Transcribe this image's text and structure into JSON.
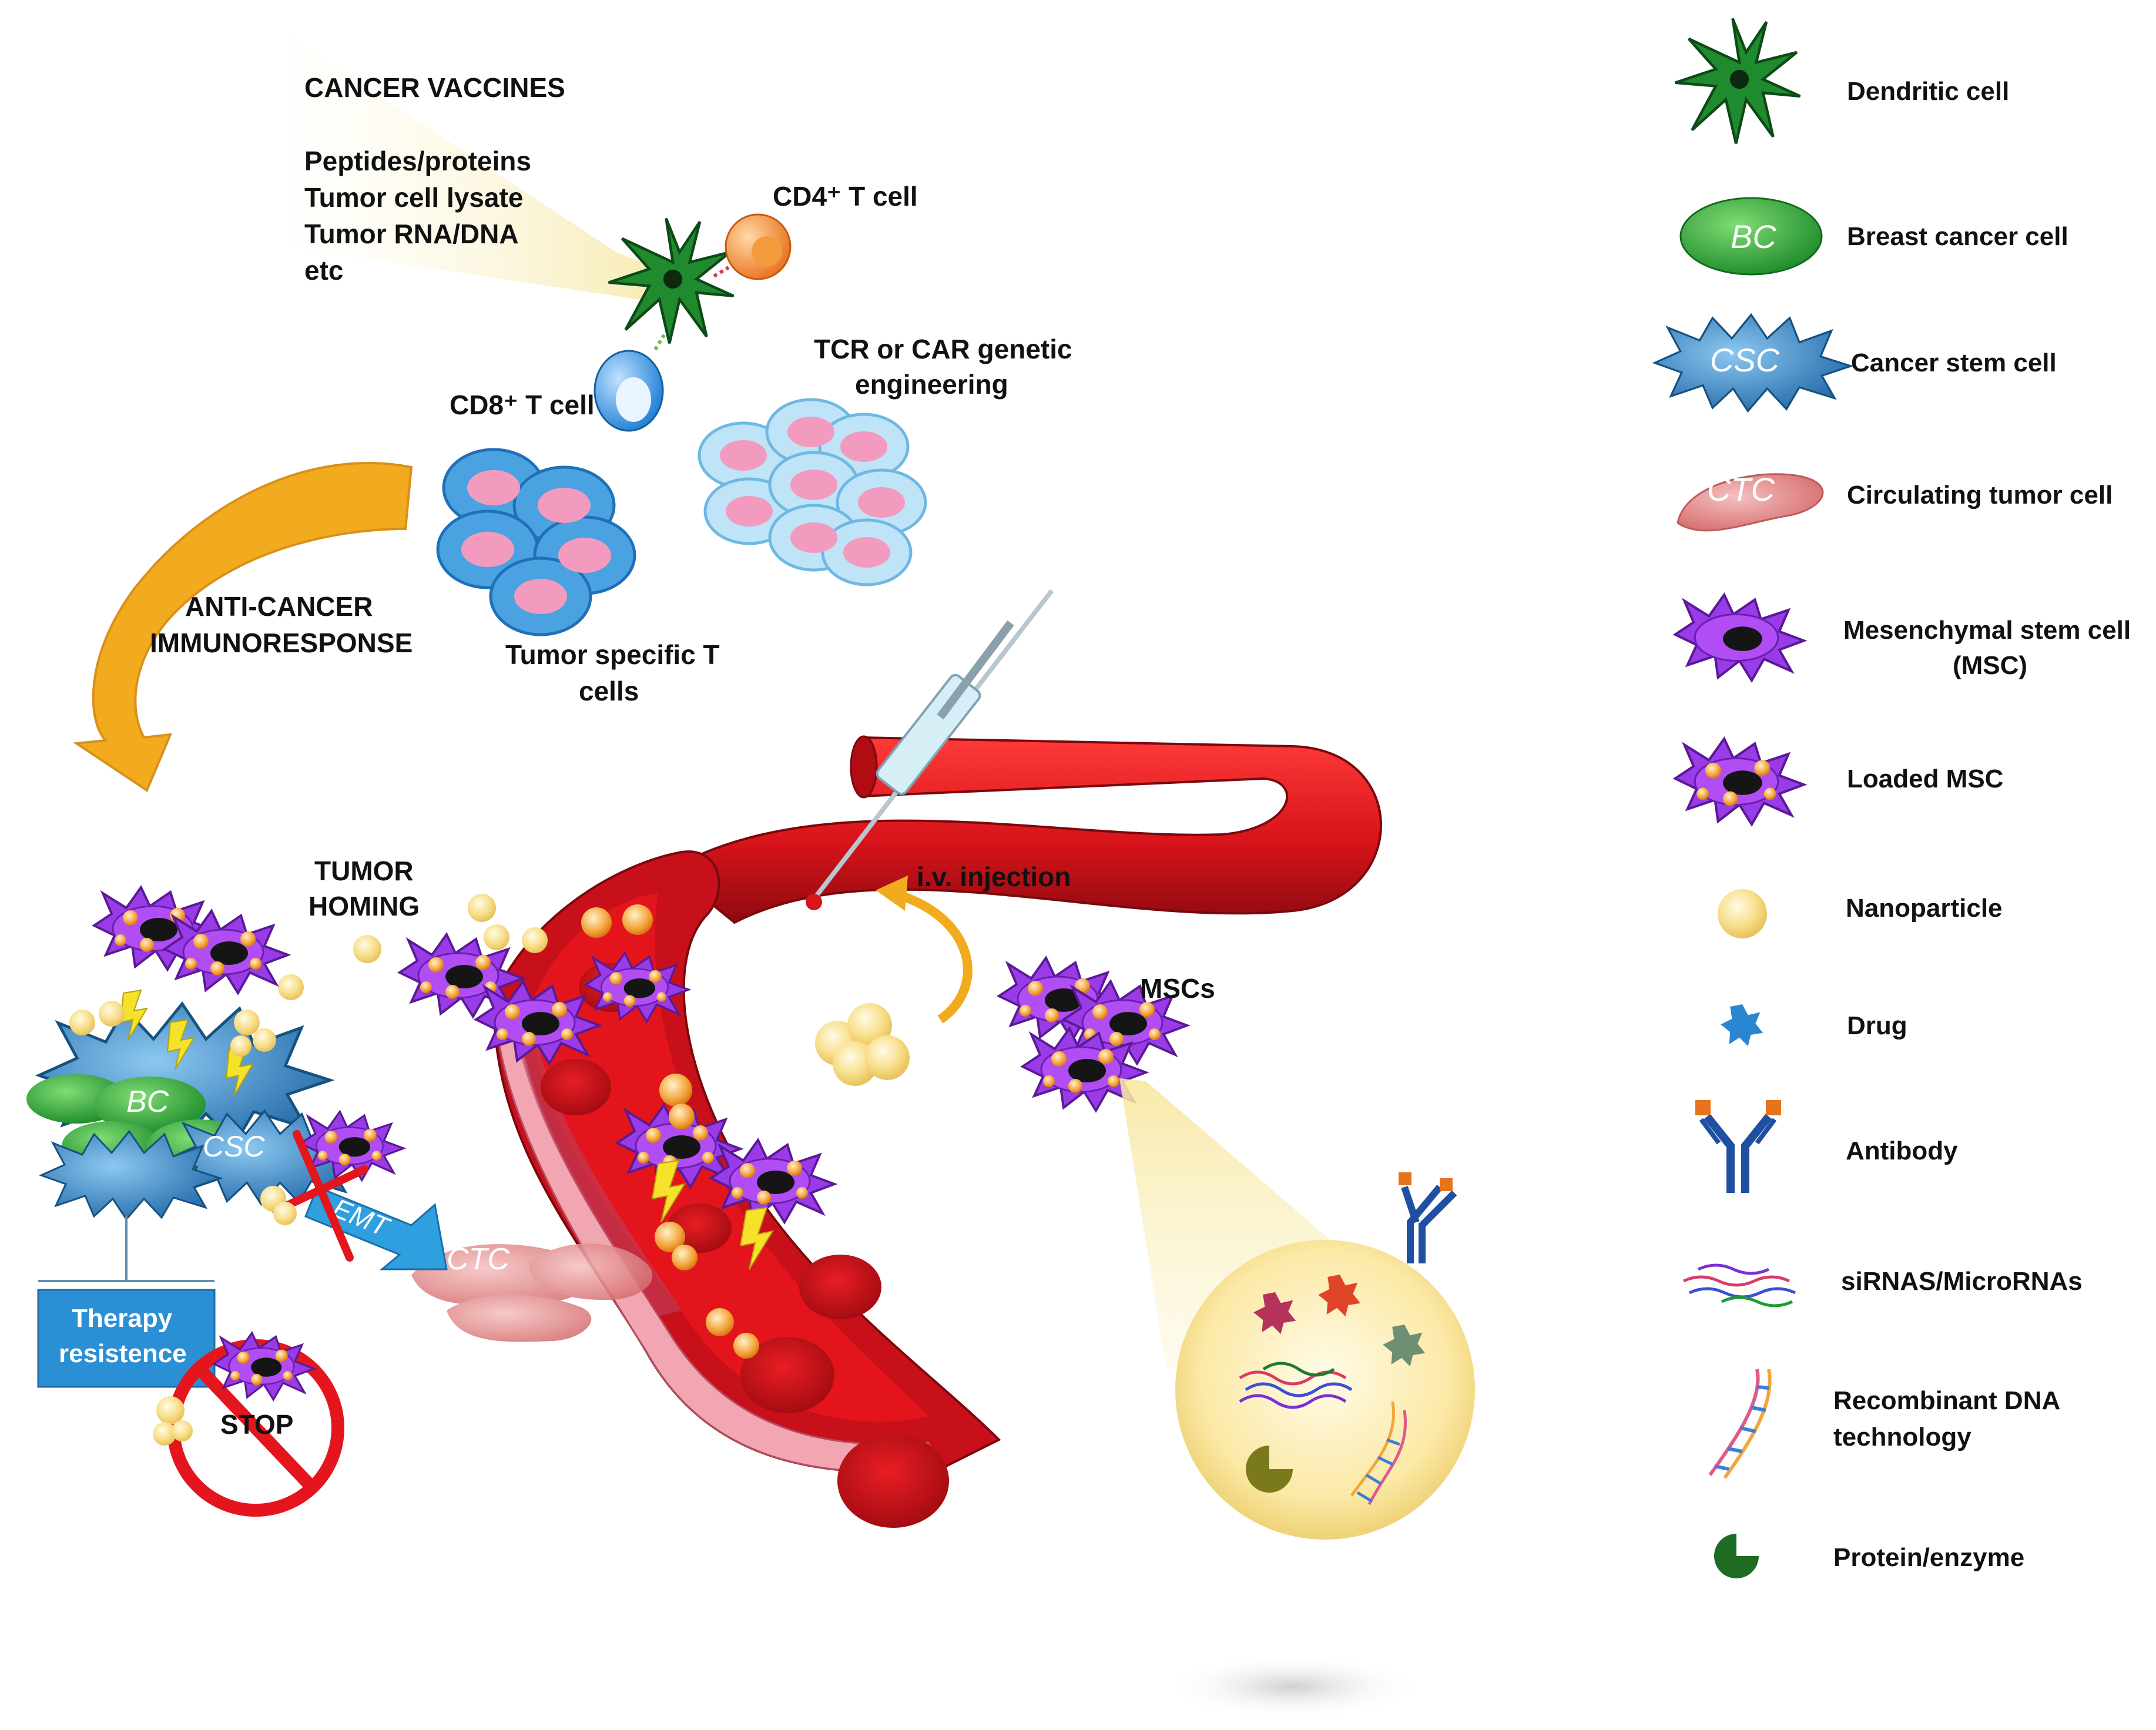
{
  "labels": {
    "cancer_vaccines": {
      "title": "CANCER VACCINES",
      "items": [
        "Peptides/proteins",
        "Tumor cell lysate",
        "Tumor RNA/DNA",
        "etc"
      ]
    },
    "cd4": "CD4⁺ T cell",
    "cd8": "CD8⁺ T cell",
    "tcr_car": [
      "TCR or CAR genetic",
      "engineering"
    ],
    "anti_cancer": [
      "ANTI-CANCER",
      "IMMUNORESPONSE"
    ],
    "tumor_specific": [
      "Tumor specific T",
      "cells"
    ],
    "tumor_homing": [
      "TUMOR",
      "HOMING"
    ],
    "iv_injection": "i.v. injection",
    "mscs": "MSCs",
    "emt": "EMT",
    "ctc": "CTC",
    "bc": "BC",
    "csc": "CSC",
    "therapy_resistence": [
      "Therapy",
      "resistence"
    ],
    "stop": "STOP"
  },
  "legend": [
    {
      "icon": "dendritic-cell-icon",
      "lines": [
        "Dendritic cell"
      ]
    },
    {
      "icon": "breast-cancer-cell-icon",
      "lines": [
        "Breast cancer cell"
      ],
      "tag": "BC"
    },
    {
      "icon": "cancer-stem-cell-icon",
      "lines": [
        "Cancer stem cell"
      ],
      "tag": "CSC"
    },
    {
      "icon": "circulating-tumor-cell-icon",
      "lines": [
        "Circulating tumor cell"
      ],
      "tag": "CTC"
    },
    {
      "icon": "msc-icon",
      "lines": [
        "Mesenchymal stem cell",
        "(MSC)"
      ]
    },
    {
      "icon": "loaded-msc-icon",
      "lines": [
        "Loaded MSC"
      ]
    },
    {
      "icon": "nanoparticle-icon",
      "lines": [
        "Nanoparticle"
      ]
    },
    {
      "icon": "drug-icon",
      "lines": [
        "Drug"
      ]
    },
    {
      "icon": "antibody-icon",
      "lines": [
        "Antibody"
      ]
    },
    {
      "icon": "sirna-icon",
      "lines": [
        "siRNAS/MicroRNAs"
      ]
    },
    {
      "icon": "dna-icon",
      "lines": [
        "Recombinant DNA",
        "technology"
      ]
    },
    {
      "icon": "protein-enzyme-icon",
      "lines": [
        "Protein/enzyme"
      ]
    }
  ],
  "colors": {
    "vessel": "#d9141a",
    "vessel_dark": "#8e0a10",
    "msc": "#8a2be2",
    "nanoparticle": "#f7d77a",
    "dendritic": "#1d7a2a",
    "bc": "#2fa83a",
    "csc": "#3f8fd0",
    "ctc": "#e58a8a",
    "arrow": "#f0a818",
    "therapy_box": "#2b8fd6"
  }
}
